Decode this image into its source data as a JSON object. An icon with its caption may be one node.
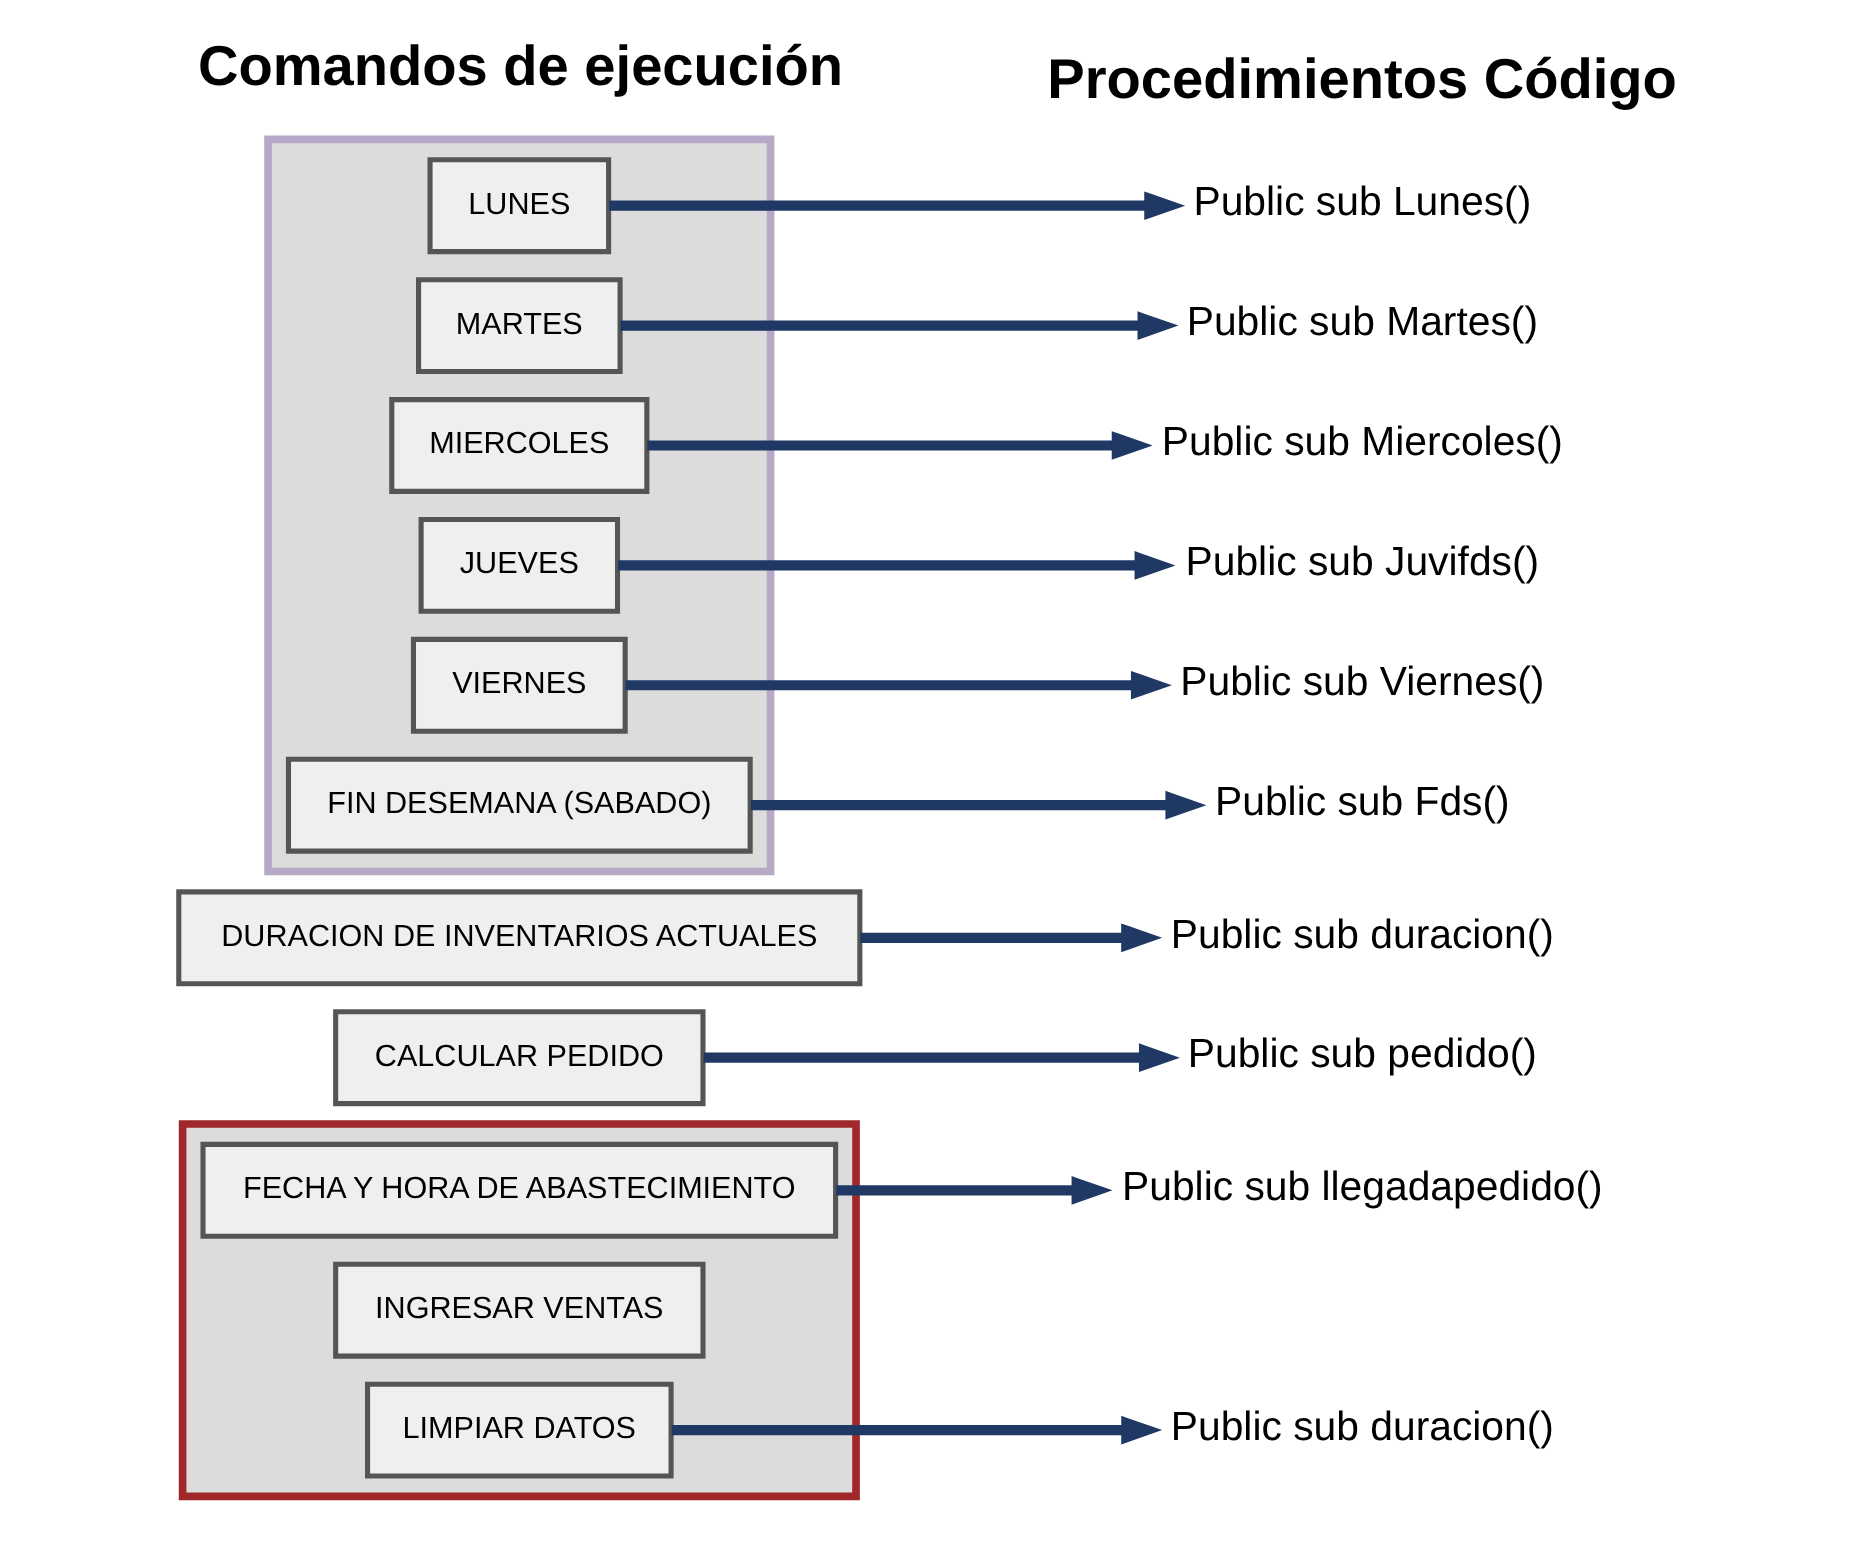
{
  "diagram": {
    "nodes": [
      {
        "text": [],
        "shape": "box"
      },
      {
        "text": [
          "LUNES"
        ],
        "in": 0
      },
      {
        "text": [
          "MARTES"
        ],
        "in": 0
      },
      {
        "text": [
          "MIERCOLES"
        ],
        "in": 0
      },
      {
        "text": [
          "JUEVES"
        ],
        "in": 0
      },
      {
        "text": [
          "VIERNES"
        ],
        "in": 0
      },
      {
        "text": [
          "FIN DESEMANA (SABADO)"
        ],
        "in": 0
      },
      {
        "text": [
          "DURACION DE INVENTARIOS ACTUALES"
        ]
      },
      {
        "text": [
          "CALCULAR PEDIDO"
        ]
      },
      {
        "text": [],
        "shape": "box"
      },
      {
        "text": [
          "FECHA Y HORA DE ABASTECIMIENTO"
        ],
        "in": 9
      },
      {
        "text": [
          "INGRESAR VENTAS"
        ],
        "in": 9
      },
      {
        "text": [
          "LIMPIAR DATOS"
        ],
        "in": 9
      },
      {
        "text": [
          "Public sub Lunes()"
        ]
      },
      {
        "text": [
          "Public sub Martes()"
        ]
      },
      {
        "text": [
          "Public sub Miercoles()"
        ]
      },
      {
        "text": [
          "Public sub Juvifds()"
        ]
      },
      {
        "text": [
          "Public sub Viernes()"
        ]
      },
      {
        "text": [
          "Public sub Fds()"
        ]
      },
      {
        "text": [
          "Public sub duracion()"
        ]
      },
      {
        "text": [
          "Public sub pedido()"
        ]
      },
      {
        "text": [
          "Public sub llegadapedido()"
        ]
      },
      {
        "text": [
          "Public sub duracion()"
        ]
      }
    ],
    "edges": [
      {
        "from": 1,
        "to": 13,
        "arrow": "to"
      },
      {
        "from": 2,
        "to": 14,
        "arrow": "to"
      },
      {
        "from": 3,
        "to": 15,
        "arrow": "to"
      },
      {
        "from": 4,
        "to": 16,
        "arrow": "to"
      },
      {
        "from": 5,
        "to": 17,
        "arrow": "to"
      },
      {
        "from": 6,
        "to": 18,
        "arrow": "to"
      },
      {
        "from": 7,
        "to": 19,
        "arrow": "to"
      },
      {
        "from": 8,
        "to": 20,
        "arrow": "to"
      },
      {
        "from": 10,
        "to": 21,
        "arrow": "to"
      },
      {
        "from": 12,
        "to": 22,
        "arrow": "to"
      }
    ],
    "labels": [
      "Comandos de ejecución",
      "Procedimientos Código"
    ]
  }
}
